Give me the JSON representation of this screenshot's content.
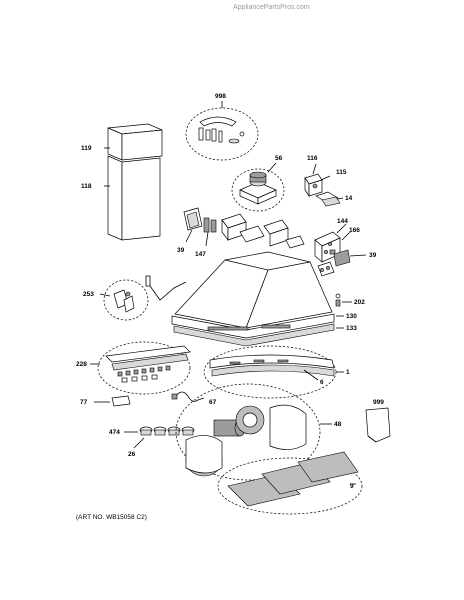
{
  "watermark": "AppliancePartsPros.com",
  "art_number": "(ART NO. WB15058 C2)",
  "callouts": {
    "c998": "998",
    "c119": "119",
    "c118": "118",
    "c56": "56",
    "c116": "116",
    "c115": "115",
    "c14": "14",
    "c144": "144",
    "c166": "166",
    "c39a": "39",
    "c147": "147",
    "c39b": "39",
    "c253": "253",
    "c202": "202",
    "c130": "130",
    "c133": "133",
    "c228": "228",
    "c1": "1",
    "c6": "6",
    "c67": "67",
    "c77": "77",
    "c999": "999",
    "c474": "474",
    "c48": "48",
    "c26": "26",
    "c9": "9"
  }
}
